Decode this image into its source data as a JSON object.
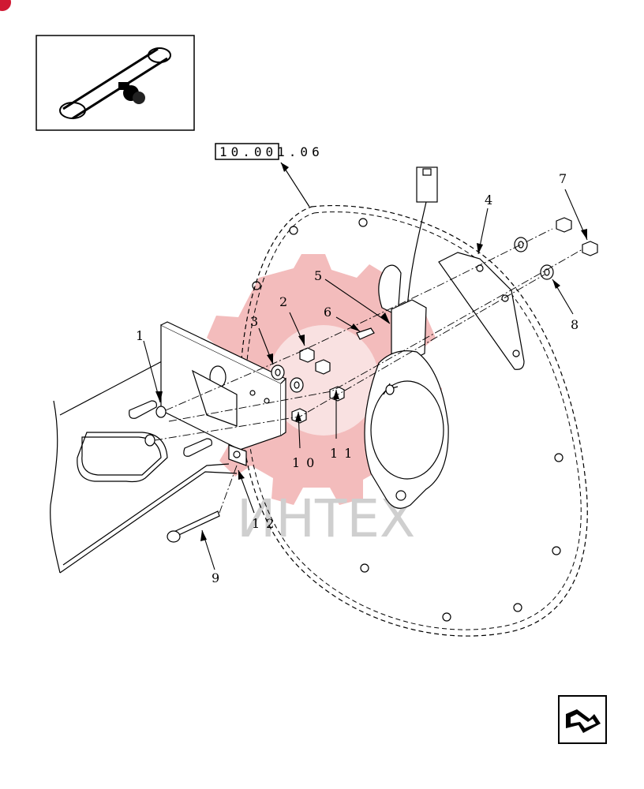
{
  "reference": "10.001.06",
  "watermark": "ИНТЕХ",
  "callouts": [
    "1",
    "2",
    "3",
    "4",
    "5",
    "6",
    "7",
    "8",
    "9",
    "10",
    "11",
    "12"
  ],
  "colors": {
    "watermark": "#f2b5b5",
    "badge": "#d01933",
    "ink": "#000000"
  },
  "icons": {
    "corner": "corner-badge-icon",
    "navigation": "next-page-arrow-icon"
  }
}
